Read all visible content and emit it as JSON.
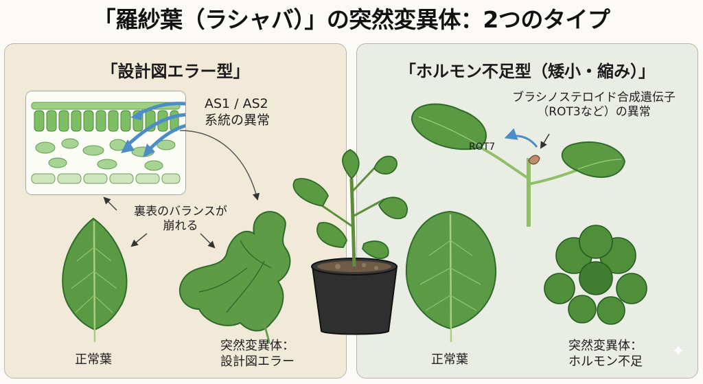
{
  "title": "「羅紗葉（ラシャバ）」の突然変異体：2つのタイプ",
  "left": {
    "heading": "「設計図エラー型」",
    "gene_label": "AS1 / AS2\n系統の異常",
    "balance_note": "裏表のバランスが\n崩れる",
    "normal_caption": "正常葉",
    "mutant_caption": "突然変異体：\n設計図エラー"
  },
  "right": {
    "heading": "「ホルモン不足型（矮小・縮み）」",
    "gene_label": "ブラシノステロイド合成遺伝子\n（ROT3など）の異常",
    "rot_label": "ROT7",
    "normal_caption": "正常葉",
    "mutant_caption": "突然変異体：\nホルモン不足"
  },
  "colors": {
    "leaf": "#4f8f3e",
    "leaf_dark": "#2f6b2a",
    "arrow": "#4c8cc7",
    "left_panel": "#f2ead9",
    "right_panel": "#e9ede4"
  },
  "icons": {
    "sparkle": "✦"
  }
}
